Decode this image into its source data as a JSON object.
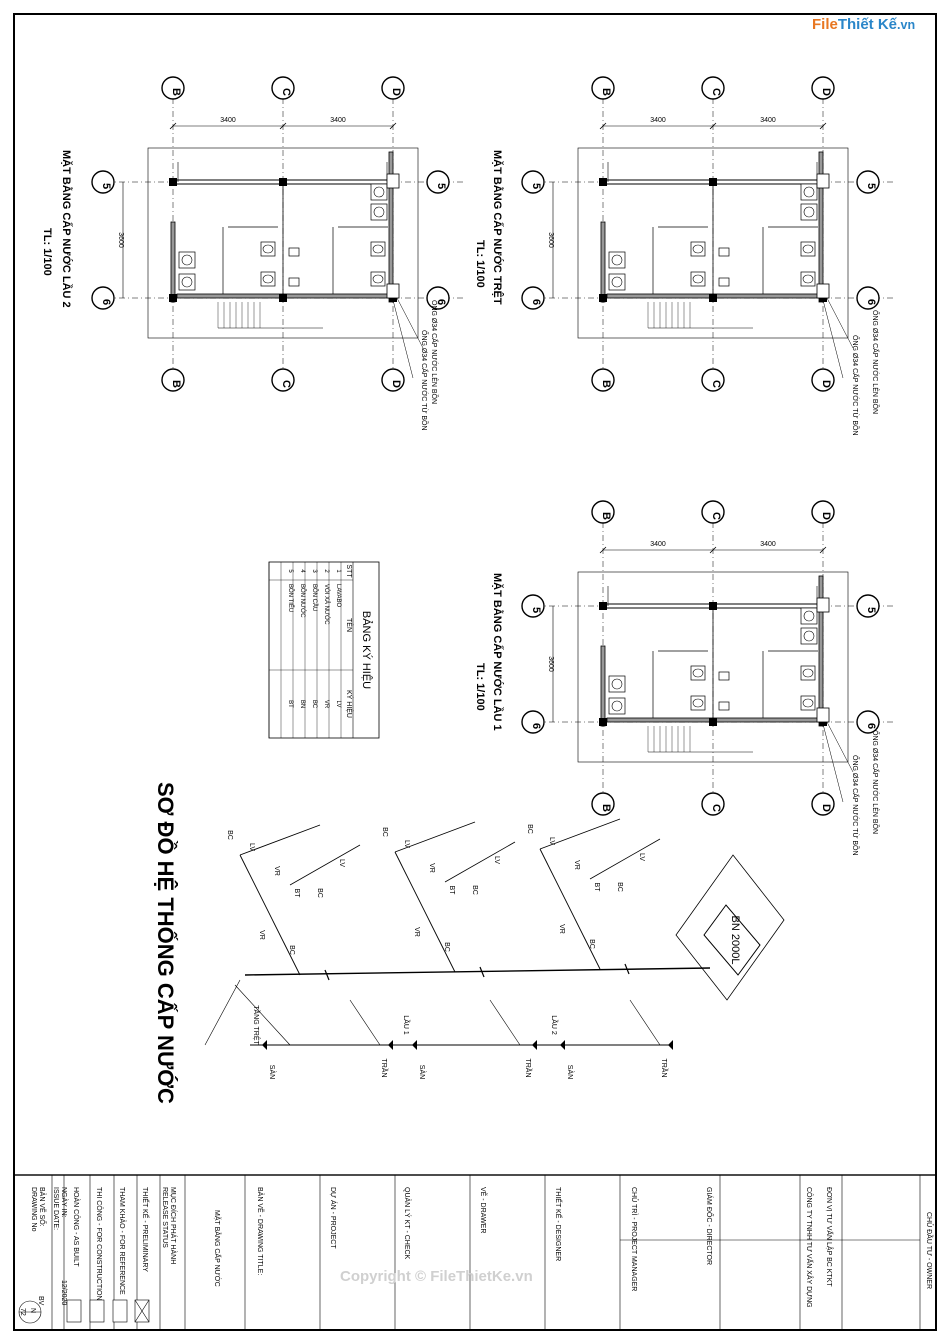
{
  "logo": {
    "brand": "File",
    "text": "Thiết Kế",
    "suffix": ".vn"
  },
  "watermark": "Copyright © FileThietKe.vn",
  "plans": [
    {
      "title": "MẶT BẰNG CẤP NƯỚC LẦU 2",
      "scale": "TL: 1/100"
    },
    {
      "title": "MẶT BẰNG CẤP NƯỚC TRỆT",
      "scale": "TL: 1/100"
    },
    {
      "title": "MẶT BẰNG CẤP NƯỚC LẦU 1",
      "scale": "TL: 1/100"
    }
  ],
  "grid": {
    "b": "B",
    "c": "C",
    "d": "D",
    "five": "5",
    "six": "6",
    "dim1": "3400",
    "dim2": "3400",
    "dim3": "3600"
  },
  "pipe_notes": {
    "up": "ỐNG Ø34 CẤP NƯỚC LÊN BỒN",
    "down": "ỐNG Ø34 CẤP NƯỚC TỪ BỒN"
  },
  "legend": {
    "title": "BẢNG KÝ HIỆU",
    "headers": [
      "STT",
      "TÊN",
      "KÝ HIỆU"
    ],
    "rows": [
      [
        "1",
        "LAVABO",
        "LV"
      ],
      [
        "2",
        "VÒI XẢ NƯỚC",
        "VR"
      ],
      [
        "3",
        "BỒN CẦU",
        "BC"
      ],
      [
        "4",
        "BỒN NƯỚC",
        "BN"
      ],
      [
        "5",
        "BỒN TIỂU",
        "BT"
      ]
    ]
  },
  "schematic": {
    "title": "SƠ ĐỒ HỆ THỐNG CẤP NƯỚC",
    "tank": "BN 2000L",
    "floors": [
      "TẦNG TRỆT",
      "LẦU 1",
      "LẦU 2"
    ],
    "san": "SÀN",
    "tran": "TRẦN",
    "codes": {
      "lv": "LV",
      "bc": "BC",
      "bt": "BT",
      "vr": "VR"
    }
  },
  "titleblock": {
    "owner": "CHỦ ĐẦU TƯ - OWNER",
    "consult_unit": "ĐƠN VỊ TƯ VẤN LẬP BC KTKT",
    "consult_company": "CÔNG TY TNHH TƯ VẤN XÂY DỰNG",
    "director": "GIÁM ĐỐC - DIRECTOR",
    "manager": "CHỦ TRÌ - PROJECT MANAGER",
    "designer": "THIẾT KẾ - DESIGNER",
    "drawer": "VẼ - DRAWER",
    "checker": "QUẢN LÝ KT - CHECK",
    "project": "DỰ ÁN - PROJECT",
    "drawing_title_label": "BẢN VẼ - DRAWING TITLE:",
    "drawing_title": "MẶT BẰNG CẤP NƯỚC",
    "release_purpose": "MỤC ĐÍCH PHÁT HÀNH",
    "release_status": "RELEASE STATUS",
    "status_options": [
      "THIẾT KẾ - PRELIMINARY",
      "THAM KHẢO - FOR REFERENCE",
      "THI CÔNG - FOR CONSTRUCTION",
      "HOÀN CÔNG - AS BUILT"
    ],
    "issue_date_label": "NGÀY IN:",
    "issue_date_label_en": "ISSUE DATE:",
    "issue_date": "12/2020",
    "drawing_no_label": "BẢN VẼ SỐ:",
    "drawing_no_label_en": "DRAWING No",
    "drawing_no": "BV",
    "sheet_no": "N",
    "sheet_total": "72"
  }
}
